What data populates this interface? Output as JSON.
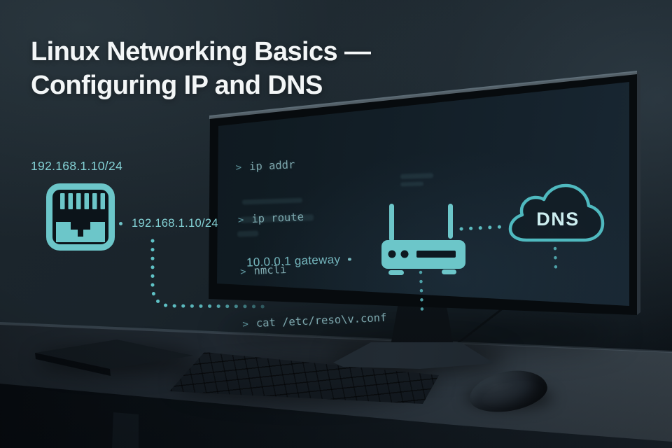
{
  "title": {
    "line1": "Linux Networking Basics —",
    "line2": "Configuring IP and DNS"
  },
  "annotations": {
    "ip_address_top": "192.168.1.10/24",
    "ip_address_mid": "192.168.1.10/24",
    "gateway": "10.0.0.1 gateway",
    "dns": "DNS"
  },
  "terminal": {
    "prompt": ">",
    "lines": [
      "ip addr",
      "ip route",
      "nmcli",
      "cat /etc/reso\\v.conf"
    ]
  },
  "icons": {
    "ethernet_port": "ethernet-port-icon",
    "router": "router-icon",
    "dns_cloud": "dns-cloud-icon"
  },
  "colors": {
    "accent_teal": "#6cc6c9",
    "accent_text": "#84d2d6",
    "terminal_text": "#7da7ad",
    "title_text": "#f3f6f7",
    "background": "#141c23",
    "screen": "#101b22"
  }
}
